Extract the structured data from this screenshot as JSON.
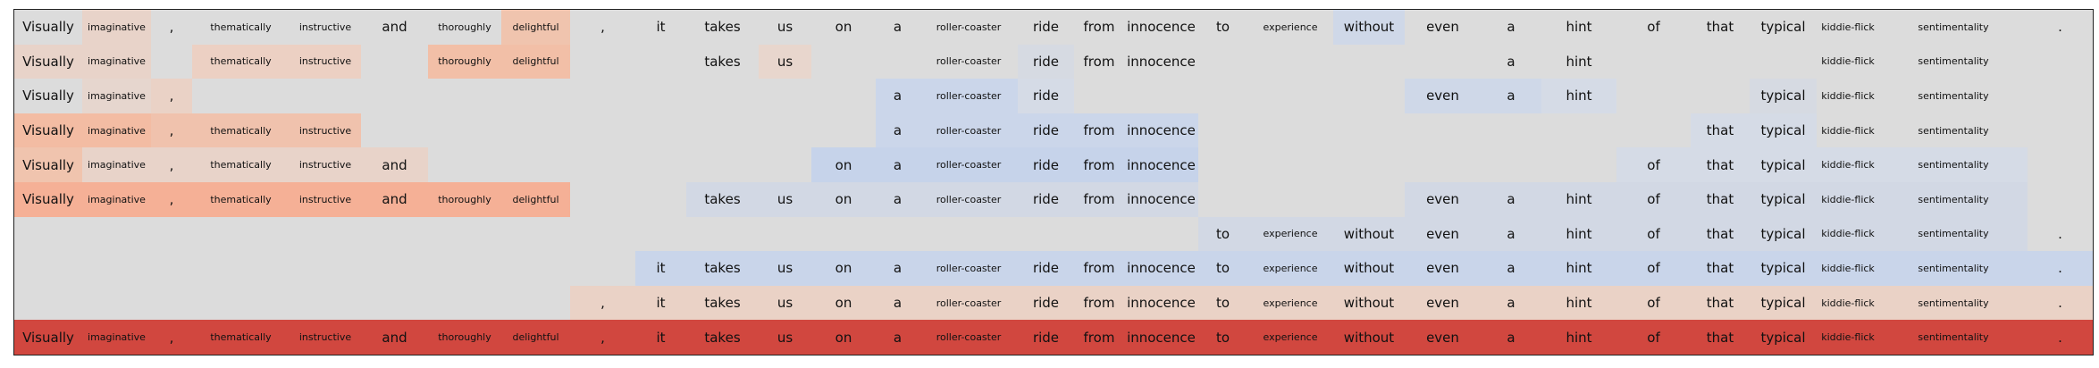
{
  "tokens": [
    "Visually",
    "imaginative",
    ",",
    "thematically",
    "instructive",
    "and",
    "thoroughly",
    "delightful",
    ",",
    "it",
    "takes",
    "us",
    "on",
    "a",
    "roller-coaster",
    "ride",
    "from",
    "innocence",
    "to",
    "experience",
    "without",
    "even",
    "a",
    "hint",
    "of",
    "that",
    "typical",
    "kiddie-flick",
    "sentimentality",
    "."
  ],
  "token_sizes": [
    "big",
    "small",
    "big",
    "small",
    "small",
    "big",
    "small",
    "small",
    "big",
    "big",
    "big",
    "big",
    "big",
    "big",
    "small",
    "big",
    "big",
    "big",
    "big",
    "small",
    "big",
    "big",
    "big",
    "big",
    "big",
    "big",
    "big",
    "small",
    "small",
    "big"
  ],
  "rows": [
    {
      "cells": [
        {
          "i": 0,
          "c": "#dcdcdc"
        },
        {
          "i": 1,
          "c": "#e8d3c9"
        },
        {
          "i": 2,
          "c": "#dcdcdc"
        },
        {
          "i": 3,
          "c": "#dcdcdc"
        },
        {
          "i": 4,
          "c": "#dcdcdc"
        },
        {
          "i": 5,
          "c": "#dcdcdc"
        },
        {
          "i": 6,
          "c": "#dcdcdc"
        },
        {
          "i": 7,
          "c": "#f0c4ae"
        },
        {
          "i": 8,
          "c": "#dcdcdc"
        },
        {
          "i": 9,
          "c": "#dcdcdc"
        },
        {
          "i": 10,
          "c": "#dcdcdc"
        },
        {
          "i": 11,
          "c": "#dcdcdc"
        },
        {
          "i": 12,
          "c": "#dcdcdc"
        },
        {
          "i": 13,
          "c": "#dcdcdc"
        },
        {
          "i": 14,
          "c": "#dcdcdc"
        },
        {
          "i": 15,
          "c": "#dcdcdc"
        },
        {
          "i": 16,
          "c": "#dcdcdc"
        },
        {
          "i": 17,
          "c": "#dcdcdc"
        },
        {
          "i": 18,
          "c": "#dcdcdc"
        },
        {
          "i": 19,
          "c": "#dcdcdc"
        },
        {
          "i": 20,
          "c": "#cfd8e8"
        },
        {
          "i": 21,
          "c": "#dcdcdc"
        },
        {
          "i": 22,
          "c": "#dcdcdc"
        },
        {
          "i": 23,
          "c": "#dcdcdc"
        },
        {
          "i": 24,
          "c": "#dcdcdc"
        },
        {
          "i": 25,
          "c": "#dcdcdc"
        },
        {
          "i": 26,
          "c": "#dcdcdc"
        },
        {
          "i": 27,
          "c": "#dcdcdc"
        },
        {
          "i": 28,
          "c": "#dcdcdc"
        },
        {
          "i": 29,
          "c": "#dcdcdc"
        }
      ]
    },
    {
      "cells": [
        {
          "i": 0,
          "c": "#e8d3c9"
        },
        {
          "i": 1,
          "c": "#e8d3c9"
        },
        {
          "i": 3,
          "c": "#ecd0c3"
        },
        {
          "i": 4,
          "c": "#ecd0c3"
        },
        {
          "i": 6,
          "c": "#f2bfa7"
        },
        {
          "i": 7,
          "c": "#f2bfa7"
        },
        {
          "i": 10,
          "c": "#dcdcdc"
        },
        {
          "i": 11,
          "c": "#e8d6cd"
        },
        {
          "i": 14,
          "c": "#dcdcdc"
        },
        {
          "i": 15,
          "c": "#d6dae2"
        },
        {
          "i": 16,
          "c": "#dcdcdc"
        },
        {
          "i": 17,
          "c": "#dcdcdc"
        },
        {
          "i": 22,
          "c": "#dcdcdc"
        },
        {
          "i": 23,
          "c": "#dcdcdc"
        },
        {
          "i": 27,
          "c": "#dcdcdc"
        },
        {
          "i": 28,
          "c": "#dcdcdc"
        }
      ]
    },
    {
      "cells": [
        {
          "i": 0,
          "c": "#dcdcdc"
        },
        {
          "i": 1,
          "c": "#e6d6ce"
        },
        {
          "i": 2,
          "c": "#ead2c6"
        },
        {
          "i": 13,
          "c": "#cbd6ea"
        },
        {
          "i": 14,
          "c": "#cbd6ea"
        },
        {
          "i": 15,
          "c": "#d5dbe6"
        },
        {
          "i": 21,
          "c": "#cfd8e8"
        },
        {
          "i": 22,
          "c": "#cfd8e8"
        },
        {
          "i": 23,
          "c": "#d5dbe6"
        },
        {
          "i": 26,
          "c": "#d6dae2"
        },
        {
          "i": 27,
          "c": "#dcdcdc"
        },
        {
          "i": 28,
          "c": "#dcdcdc"
        }
      ]
    },
    {
      "cells": [
        {
          "i": 0,
          "c": "#f3bca3"
        },
        {
          "i": 1,
          "c": "#f3bca3"
        },
        {
          "i": 2,
          "c": "#f0c2ad"
        },
        {
          "i": 3,
          "c": "#f0c2ad"
        },
        {
          "i": 4,
          "c": "#f0c2ad"
        },
        {
          "i": 13,
          "c": "#cbd6ea"
        },
        {
          "i": 14,
          "c": "#cbd6ea"
        },
        {
          "i": 15,
          "c": "#cbd6ea"
        },
        {
          "i": 16,
          "c": "#cbd6ea"
        },
        {
          "i": 17,
          "c": "#cbd6ea"
        },
        {
          "i": 25,
          "c": "#d5dbe6"
        },
        {
          "i": 26,
          "c": "#d5dbe6"
        },
        {
          "i": 27,
          "c": "#dcdcdc"
        },
        {
          "i": 28,
          "c": "#dcdcdc"
        }
      ]
    },
    {
      "cells": [
        {
          "i": 0,
          "c": "#f0c4ae"
        },
        {
          "i": 1,
          "c": "#e8d3c9"
        },
        {
          "i": 2,
          "c": "#e8d3c9"
        },
        {
          "i": 3,
          "c": "#e8d3c9"
        },
        {
          "i": 4,
          "c": "#e8d3c9"
        },
        {
          "i": 5,
          "c": "#e8d3c9"
        },
        {
          "i": 12,
          "c": "#c6d3ea"
        },
        {
          "i": 13,
          "c": "#c6d3ea"
        },
        {
          "i": 14,
          "c": "#c6d3ea"
        },
        {
          "i": 15,
          "c": "#c6d3ea"
        },
        {
          "i": 16,
          "c": "#c6d3ea"
        },
        {
          "i": 17,
          "c": "#c6d3ea"
        },
        {
          "i": 24,
          "c": "#d5dbe6"
        },
        {
          "i": 25,
          "c": "#d5dbe6"
        },
        {
          "i": 26,
          "c": "#d5dbe6"
        },
        {
          "i": 27,
          "c": "#d5dbe6"
        },
        {
          "i": 28,
          "c": "#d5dbe6"
        }
      ]
    },
    {
      "cells": [
        {
          "i": 0,
          "c": "#f5b096"
        },
        {
          "i": 1,
          "c": "#f5b096"
        },
        {
          "i": 2,
          "c": "#f5b096"
        },
        {
          "i": 3,
          "c": "#f5b096"
        },
        {
          "i": 4,
          "c": "#f5b096"
        },
        {
          "i": 5,
          "c": "#f5b096"
        },
        {
          "i": 6,
          "c": "#f5b096"
        },
        {
          "i": 7,
          "c": "#f5b096"
        },
        {
          "i": 10,
          "c": "#d2d8e4"
        },
        {
          "i": 11,
          "c": "#d2d8e4"
        },
        {
          "i": 12,
          "c": "#d2d8e4"
        },
        {
          "i": 13,
          "c": "#d2d8e4"
        },
        {
          "i": 14,
          "c": "#d2d8e4"
        },
        {
          "i": 15,
          "c": "#d2d8e4"
        },
        {
          "i": 16,
          "c": "#d2d8e4"
        },
        {
          "i": 17,
          "c": "#d2d8e4"
        },
        {
          "i": 21,
          "c": "#d2d8e4"
        },
        {
          "i": 22,
          "c": "#d2d8e4"
        },
        {
          "i": 23,
          "c": "#d2d8e4"
        },
        {
          "i": 24,
          "c": "#d2d8e4"
        },
        {
          "i": 25,
          "c": "#d2d8e4"
        },
        {
          "i": 26,
          "c": "#d2d8e4"
        },
        {
          "i": 27,
          "c": "#d2d8e4"
        },
        {
          "i": 28,
          "c": "#d2d8e4"
        }
      ]
    },
    {
      "cells": [
        {
          "i": 18,
          "c": "#d2d8e4"
        },
        {
          "i": 19,
          "c": "#d2d8e4"
        },
        {
          "i": 20,
          "c": "#d2d8e4"
        },
        {
          "i": 21,
          "c": "#d2d8e4"
        },
        {
          "i": 22,
          "c": "#d2d8e4"
        },
        {
          "i": 23,
          "c": "#d2d8e4"
        },
        {
          "i": 24,
          "c": "#d2d8e4"
        },
        {
          "i": 25,
          "c": "#d2d8e4"
        },
        {
          "i": 26,
          "c": "#d2d8e4"
        },
        {
          "i": 27,
          "c": "#d2d8e4"
        },
        {
          "i": 28,
          "c": "#d2d8e4"
        },
        {
          "i": 29,
          "c": "#dcdcdc"
        }
      ]
    },
    {
      "cells": [
        {
          "i": 9,
          "c": "#c9d5ea"
        },
        {
          "i": 10,
          "c": "#c9d5ea"
        },
        {
          "i": 11,
          "c": "#c9d5ea"
        },
        {
          "i": 12,
          "c": "#c9d5ea"
        },
        {
          "i": 13,
          "c": "#c9d5ea"
        },
        {
          "i": 14,
          "c": "#c9d5ea"
        },
        {
          "i": 15,
          "c": "#c9d5ea"
        },
        {
          "i": 16,
          "c": "#c9d5ea"
        },
        {
          "i": 17,
          "c": "#c9d5ea"
        },
        {
          "i": 18,
          "c": "#c9d5ea"
        },
        {
          "i": 19,
          "c": "#c9d5ea"
        },
        {
          "i": 20,
          "c": "#c9d5ea"
        },
        {
          "i": 21,
          "c": "#c9d5ea"
        },
        {
          "i": 22,
          "c": "#c9d5ea"
        },
        {
          "i": 23,
          "c": "#c9d5ea"
        },
        {
          "i": 24,
          "c": "#c9d5ea"
        },
        {
          "i": 25,
          "c": "#c9d5ea"
        },
        {
          "i": 26,
          "c": "#c9d5ea"
        },
        {
          "i": 27,
          "c": "#c9d5ea"
        },
        {
          "i": 28,
          "c": "#c9d5ea"
        },
        {
          "i": 29,
          "c": "#c9d5ea"
        }
      ]
    },
    {
      "cells": [
        {
          "i": 8,
          "c": "#ead2c6"
        },
        {
          "i": 9,
          "c": "#ead2c6"
        },
        {
          "i": 10,
          "c": "#ead2c6"
        },
        {
          "i": 11,
          "c": "#ead2c6"
        },
        {
          "i": 12,
          "c": "#ead2c6"
        },
        {
          "i": 13,
          "c": "#ead2c6"
        },
        {
          "i": 14,
          "c": "#ead2c6"
        },
        {
          "i": 15,
          "c": "#ead2c6"
        },
        {
          "i": 16,
          "c": "#ead2c6"
        },
        {
          "i": 17,
          "c": "#ead2c6"
        },
        {
          "i": 18,
          "c": "#ead2c6"
        },
        {
          "i": 19,
          "c": "#ead2c6"
        },
        {
          "i": 20,
          "c": "#ead2c6"
        },
        {
          "i": 21,
          "c": "#ead2c6"
        },
        {
          "i": 22,
          "c": "#ead2c6"
        },
        {
          "i": 23,
          "c": "#ead2c6"
        },
        {
          "i": 24,
          "c": "#ead2c6"
        },
        {
          "i": 25,
          "c": "#ead2c6"
        },
        {
          "i": 26,
          "c": "#ead2c6"
        },
        {
          "i": 27,
          "c": "#ead2c6"
        },
        {
          "i": 28,
          "c": "#ead2c6"
        },
        {
          "i": 29,
          "c": "#ead2c6"
        }
      ]
    },
    {
      "cells": [
        {
          "i": 0,
          "c": "#d1473f"
        },
        {
          "i": 1,
          "c": "#d1473f"
        },
        {
          "i": 2,
          "c": "#d1473f"
        },
        {
          "i": 3,
          "c": "#d1473f"
        },
        {
          "i": 4,
          "c": "#d1473f"
        },
        {
          "i": 5,
          "c": "#d1473f"
        },
        {
          "i": 6,
          "c": "#d1473f"
        },
        {
          "i": 7,
          "c": "#d1473f"
        },
        {
          "i": 8,
          "c": "#d1473f"
        },
        {
          "i": 9,
          "c": "#d1473f"
        },
        {
          "i": 10,
          "c": "#d1473f"
        },
        {
          "i": 11,
          "c": "#d1473f"
        },
        {
          "i": 12,
          "c": "#d1473f"
        },
        {
          "i": 13,
          "c": "#d1473f"
        },
        {
          "i": 14,
          "c": "#d1473f"
        },
        {
          "i": 15,
          "c": "#d1473f"
        },
        {
          "i": 16,
          "c": "#d1473f"
        },
        {
          "i": 17,
          "c": "#d1473f"
        },
        {
          "i": 18,
          "c": "#d1473f"
        },
        {
          "i": 19,
          "c": "#d1473f"
        },
        {
          "i": 20,
          "c": "#d1473f"
        },
        {
          "i": 21,
          "c": "#d1473f"
        },
        {
          "i": 22,
          "c": "#d1473f"
        },
        {
          "i": 23,
          "c": "#d1473f"
        },
        {
          "i": 24,
          "c": "#d1473f"
        },
        {
          "i": 25,
          "c": "#d1473f"
        },
        {
          "i": 26,
          "c": "#d1473f"
        },
        {
          "i": 27,
          "c": "#d1473f"
        },
        {
          "i": 28,
          "c": "#d1473f"
        },
        {
          "i": 29,
          "c": "#d1473f"
        }
      ]
    }
  ]
}
